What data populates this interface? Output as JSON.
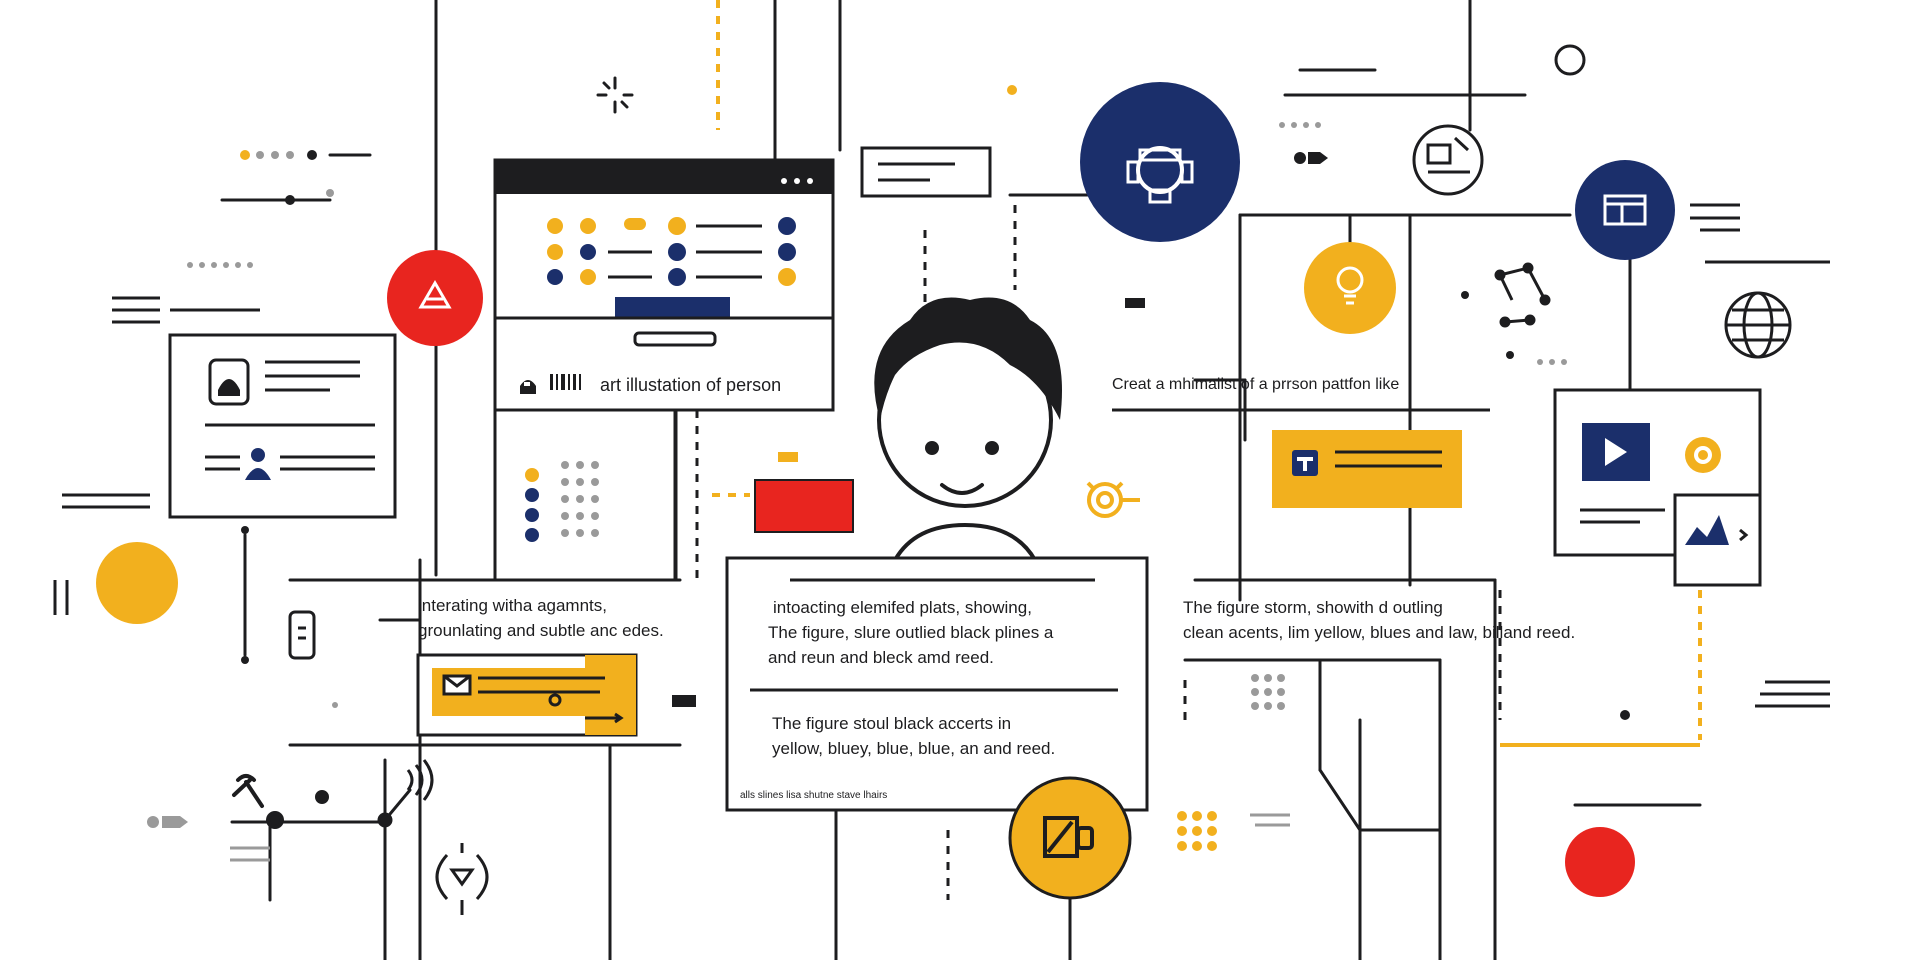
{
  "colors": {
    "ink": "#1d1d1f",
    "yellow": "#f2b01e",
    "navy": "#1b2f6b",
    "red": "#e8251f",
    "grey": "#9a9a9a"
  },
  "window": {
    "caption": "art illustation of person"
  },
  "texts": {
    "left_block": [
      "interating witha agamnts,",
      "grounlating and subtle anc edes."
    ],
    "center_block_top": [
      "intoacting elemifed plats, showing,",
      "The figure, slure outlied black plines a",
      "and reun and bleck  amd reed."
    ],
    "center_block_bottom": [
      "The figure stoul black accerts in",
      "yellow, bluey, blue, blue,  an and reed."
    ],
    "center_footer": "alls slines   lisa shutne stave lhairs",
    "right_heading": "Creat a mhimalist of a prrson pattfon like",
    "right_block": [
      "The figure storm, showith d outling",
      "clean acents, lim yellow, blues and law, billand reed."
    ]
  },
  "icons": [
    "warning-icon",
    "robot-icon",
    "user-icon",
    "gear-icon",
    "lightbulb-icon",
    "browser-window-icon",
    "globe-icon",
    "network-icon",
    "play-icon",
    "chart-icon",
    "edit-icon",
    "mail-icon",
    "mobile-icon",
    "shield-icon"
  ]
}
